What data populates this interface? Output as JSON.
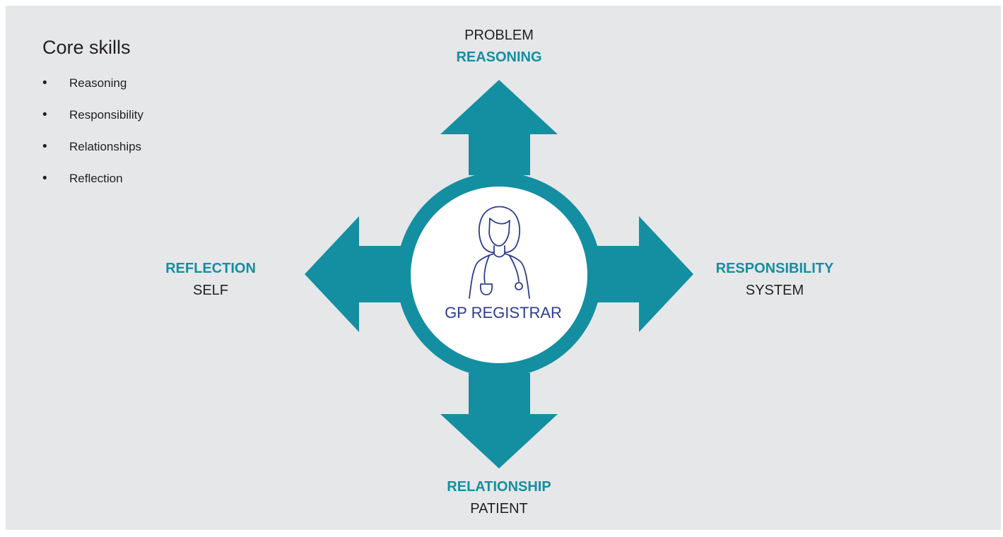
{
  "panel": {
    "background": "#e6e7e8"
  },
  "sidebar": {
    "title": "Core skills",
    "items": [
      {
        "label": "Reasoning"
      },
      {
        "label": "Responsibility"
      },
      {
        "label": "Relationships"
      },
      {
        "label": "Reflection"
      }
    ],
    "bullet": "•"
  },
  "diagram": {
    "accent_color": "#138fa1",
    "center": {
      "label": "GP REGISTRAR",
      "icon": "doctor-with-stethoscope-icon",
      "icon_color": "#2e3d8c"
    },
    "top": {
      "strong": "REASONING",
      "plain": "PROBLEM"
    },
    "right": {
      "strong": "RESPONSIBILITY",
      "plain": "SYSTEM"
    },
    "bottom": {
      "strong": "RELATIONSHIP",
      "plain": "PATIENT"
    },
    "left": {
      "strong": "REFLECTION",
      "plain": "SELF"
    }
  }
}
